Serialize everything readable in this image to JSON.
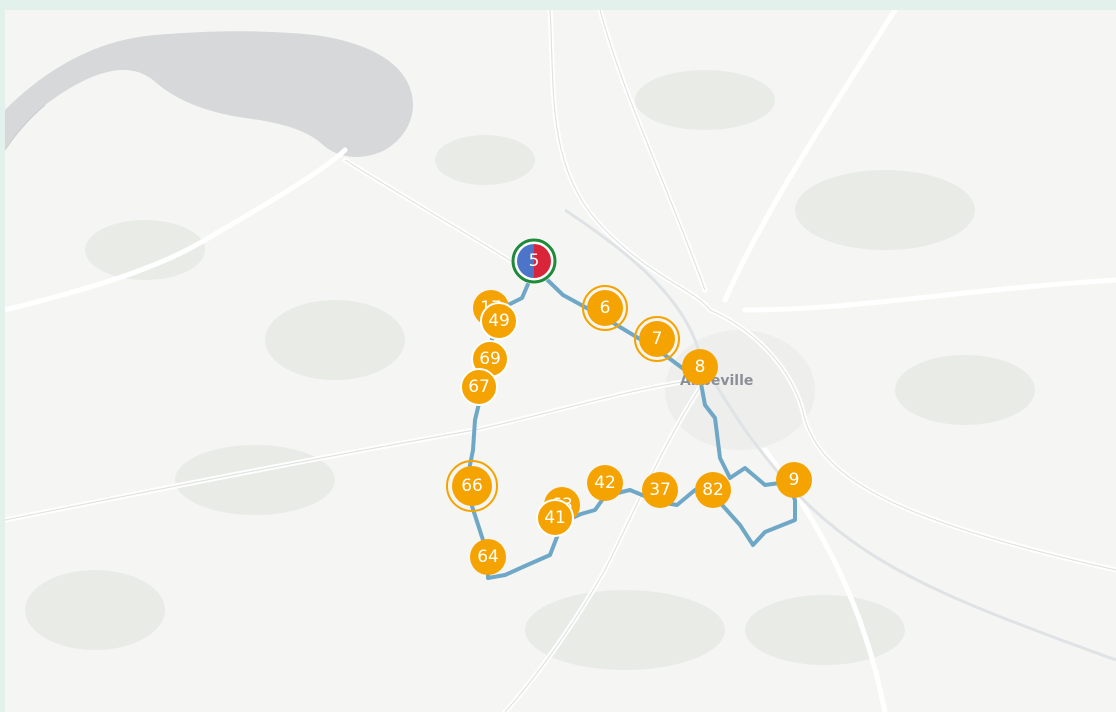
{
  "map": {
    "place_label": "Abbeville",
    "colors": {
      "cluster": "#f5a300",
      "route": "#6fa7c7",
      "water": "#d6d8da",
      "land": "#f5f5f3",
      "road": "#ffffff",
      "start_ring": "#1e8a3a",
      "start_left": "#4c74c9",
      "start_right": "#d8253a"
    },
    "start_marker": {
      "label": "5"
    },
    "clusters": [
      {
        "label": "17"
      },
      {
        "label": "49"
      },
      {
        "label": "6"
      },
      {
        "label": "7"
      },
      {
        "label": "8"
      },
      {
        "label": "69"
      },
      {
        "label": "67"
      },
      {
        "label": "66"
      },
      {
        "label": "63"
      },
      {
        "label": "41"
      },
      {
        "label": "42"
      },
      {
        "label": "37"
      },
      {
        "label": "82"
      },
      {
        "label": "9"
      },
      {
        "label": "64"
      }
    ]
  }
}
